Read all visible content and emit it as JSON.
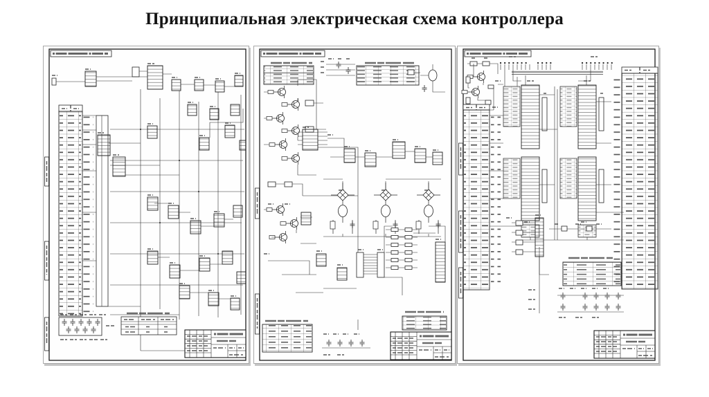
{
  "page": {
    "title": "Принципиальная электрическая схема контроллера",
    "background_color": "#ffffff",
    "paper_color": "#fefefe",
    "ink_color": "#222222",
    "sheet_count": 3
  },
  "sheets": [
    {
      "id": "sheet-1"
    },
    {
      "id": "sheet-2"
    },
    {
      "id": "sheet-3"
    }
  ]
}
